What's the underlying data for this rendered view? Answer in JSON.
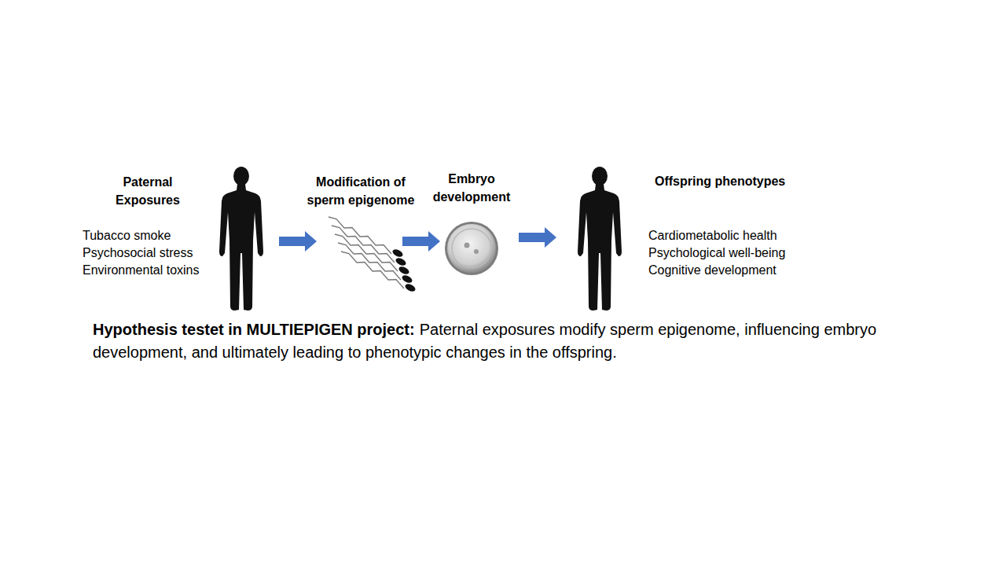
{
  "diagram": {
    "labels": [
      "Paternal Exposures",
      "Tubacco smoke",
      "Psychosocial stress",
      "Environmental toxins",
      "Modification of sperm epigenome",
      "Embryo development",
      "Offspring phenotypes",
      "Cardiometabolic health",
      "Psychological well-being",
      "Cognitive development",
      "Hypothesis testet in MULTIEPIGEN project:",
      "Paternal exposures modify sperm epigenome, influencing embryo development, and ultimately leading to phenotypic changes in the offspring."
    ]
  }
}
